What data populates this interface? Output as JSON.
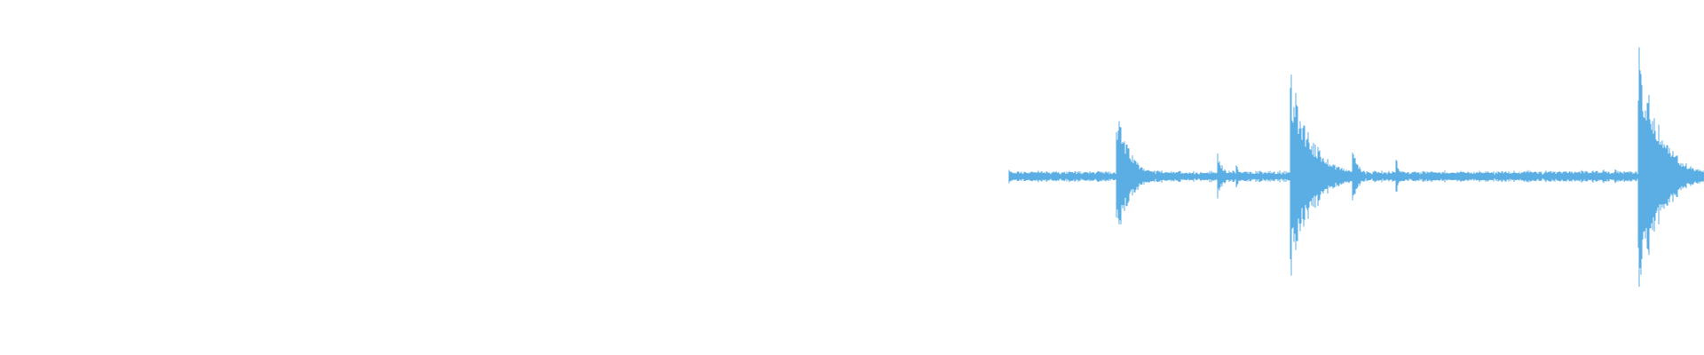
{
  "waveform": {
    "color": "#5aaee3",
    "background": "#ffffff",
    "baseline_amplitude": 0.02,
    "noise_amplitude": 0.015,
    "events": [
      {
        "t": 0.0,
        "amplitude": 0.05,
        "decay": 0.004
      },
      {
        "t": 0.155,
        "amplitude": 0.43,
        "decay": 0.02
      },
      {
        "t": 0.213,
        "amplitude": 0.05,
        "decay": 0.01
      },
      {
        "t": 0.301,
        "amplitude": 0.15,
        "decay": 0.008
      },
      {
        "t": 0.327,
        "amplitude": 0.09,
        "decay": 0.006
      },
      {
        "t": 0.405,
        "amplitude": 0.69,
        "decay": 0.03
      },
      {
        "t": 0.495,
        "amplitude": 0.21,
        "decay": 0.008
      },
      {
        "t": 0.557,
        "amplitude": 0.12,
        "decay": 0.006
      },
      {
        "t": 0.746,
        "amplitude": 0.05,
        "decay": 0.01
      },
      {
        "t": 0.778,
        "amplitude": 0.04,
        "decay": 0.008
      },
      {
        "t": 0.798,
        "amplitude": 0.05,
        "decay": 0.008
      },
      {
        "t": 0.824,
        "amplitude": 0.05,
        "decay": 0.008
      },
      {
        "t": 0.84,
        "amplitude": 0.04,
        "decay": 0.008
      },
      {
        "t": 0.855,
        "amplitude": 0.05,
        "decay": 0.008
      },
      {
        "t": 0.872,
        "amplitude": 0.05,
        "decay": 0.008
      },
      {
        "t": 0.906,
        "amplitude": 0.86,
        "decay": 0.03
      }
    ]
  }
}
